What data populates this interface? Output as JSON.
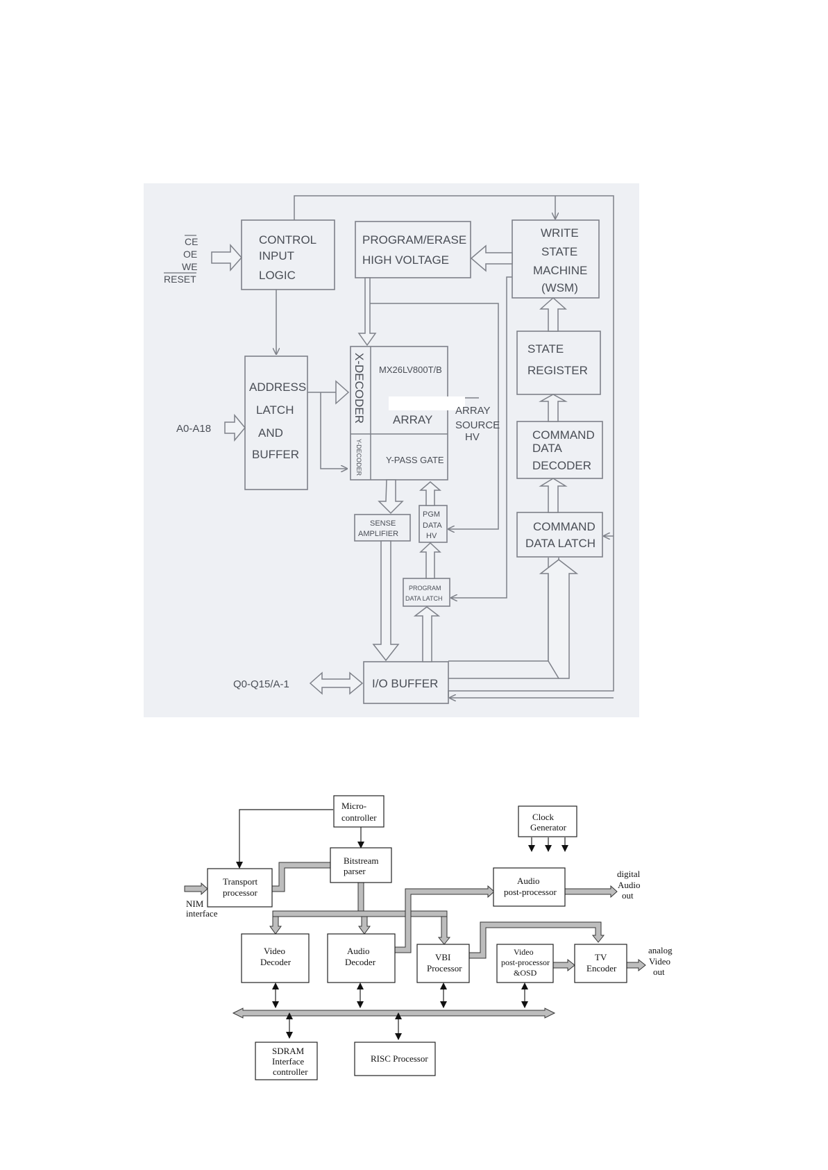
{
  "flash_diagram": {
    "control_signals": {
      "ce": "CE",
      "oe": "OE",
      "we": "WE",
      "reset": "RESET"
    },
    "control_input_logic": [
      "CONTROL",
      "INPUT",
      "LOGIC"
    ],
    "program_erase_hv": [
      "PROGRAM/ERASE",
      "HIGH VOLTAGE"
    ],
    "write_state_machine": [
      "WRITE",
      "STATE",
      "MACHINE",
      "(WSM)"
    ],
    "address_latch": [
      "ADDRESS",
      "LATCH",
      "AND",
      "BUFFER"
    ],
    "address_input": "A0-A18",
    "x_decoder": "X-DECODER",
    "y_decoder": "Y-DECODER",
    "part_number": "MX26LV800T/B",
    "array": "ARRAY",
    "y_pass_gate": "Y-PASS GATE",
    "array_source_hv": [
      "ARRAY",
      "SOURCE",
      "HV"
    ],
    "state_register": [
      "STATE",
      "REGISTER"
    ],
    "command_data_decoder": [
      "COMMAND",
      "DATA",
      "DECODER"
    ],
    "sense_amplifier": [
      "SENSE",
      "AMPLIFIER"
    ],
    "pgm_data_hv": [
      "PGM",
      "DATA",
      "HV"
    ],
    "command_data_latch": [
      "COMMAND",
      "DATA LATCH"
    ],
    "program_data_latch": [
      "PROGRAM",
      "DATA LATCH"
    ],
    "io_buffer": "I/O BUFFER",
    "data_io": "Q0-Q15/A-1"
  },
  "decoder_diagram": {
    "microcontroller": [
      "Micro-",
      "controller"
    ],
    "clock_generator": [
      "Clock",
      "Generator"
    ],
    "transport_processor": [
      "Transport",
      "processor"
    ],
    "bitstream_parser": [
      "Bitstream",
      "parser"
    ],
    "audio_post_processor": [
      "Audio",
      "post-processor"
    ],
    "digital_audio_out": [
      "digital",
      "Audio",
      "out"
    ],
    "nim_interface": [
      "NIM",
      "interface"
    ],
    "video_decoder": [
      "Video",
      "Decoder"
    ],
    "audio_decoder": [
      "Audio",
      "Decoder"
    ],
    "vbi_processor": [
      "VBI",
      "Processor"
    ],
    "video_post_processor": [
      "Video",
      "post-processor",
      "&OSD"
    ],
    "tv_encoder": [
      "TV",
      "Encoder"
    ],
    "analog_video_out": [
      "analog",
      "Video",
      "out"
    ],
    "sdram_controller": [
      "SDRAM",
      "Interface",
      "controller"
    ],
    "risc_processor": "RISC Processor"
  }
}
